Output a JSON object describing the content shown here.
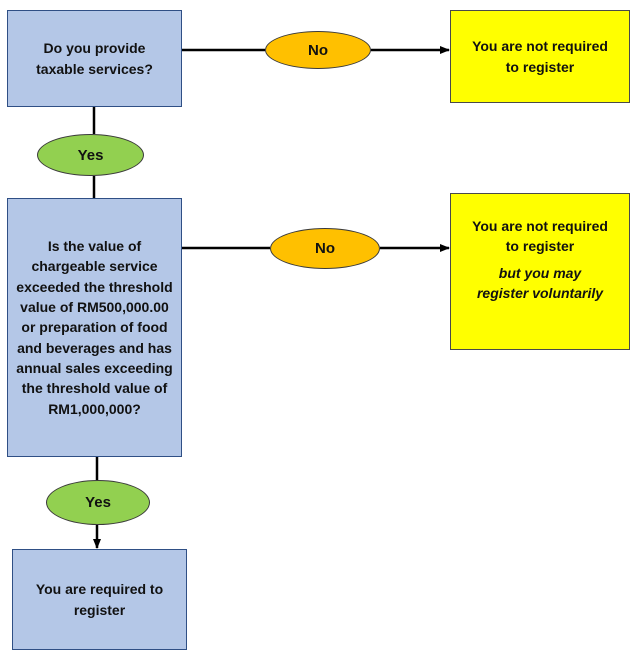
{
  "flowchart": {
    "question_1": "Do you provide taxable services?",
    "question_2": "Is the value of chargeable service exceeded the threshold value of RM500,000.00 or preparation of food and beverages and has annual sales exceeding the threshold value of RM1,000,000?",
    "edge_no_1": "No",
    "edge_yes_1": "Yes",
    "edge_no_2": "No",
    "edge_yes_2": "Yes",
    "result_not_required": "You are not required to register",
    "result_voluntary_main": "You are not required to register",
    "result_voluntary_note": "but you may register voluntarily",
    "result_required": "You are required to register"
  },
  "colors": {
    "question_fill": "#b4c7e7",
    "result_yellow": "#ffff00",
    "no_ellipse": "#ffc000",
    "yes_ellipse": "#92d050"
  }
}
